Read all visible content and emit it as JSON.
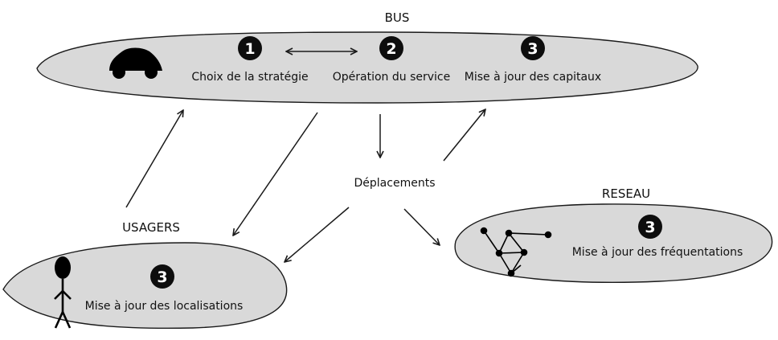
{
  "bus": {
    "title": "BUS",
    "steps": [
      {
        "number": "1",
        "label": "Choix de la stratégie"
      },
      {
        "number": "2",
        "label": "Opération du service"
      },
      {
        "number": "3",
        "label": "Mise à jour des capitaux"
      }
    ]
  },
  "usagers": {
    "title": "USAGERS",
    "step": {
      "number": "3",
      "label": "Mise à jour des localisations"
    }
  },
  "reseau": {
    "title": "RESEAU",
    "step": {
      "number": "3",
      "label": "Mise à jour des fréquentations"
    }
  },
  "center": {
    "label": "Déplacements"
  },
  "colors": {
    "ellipse_fill": "#d9d9d9",
    "stroke": "#1a1a1a",
    "badge": "#0d0d0d"
  }
}
